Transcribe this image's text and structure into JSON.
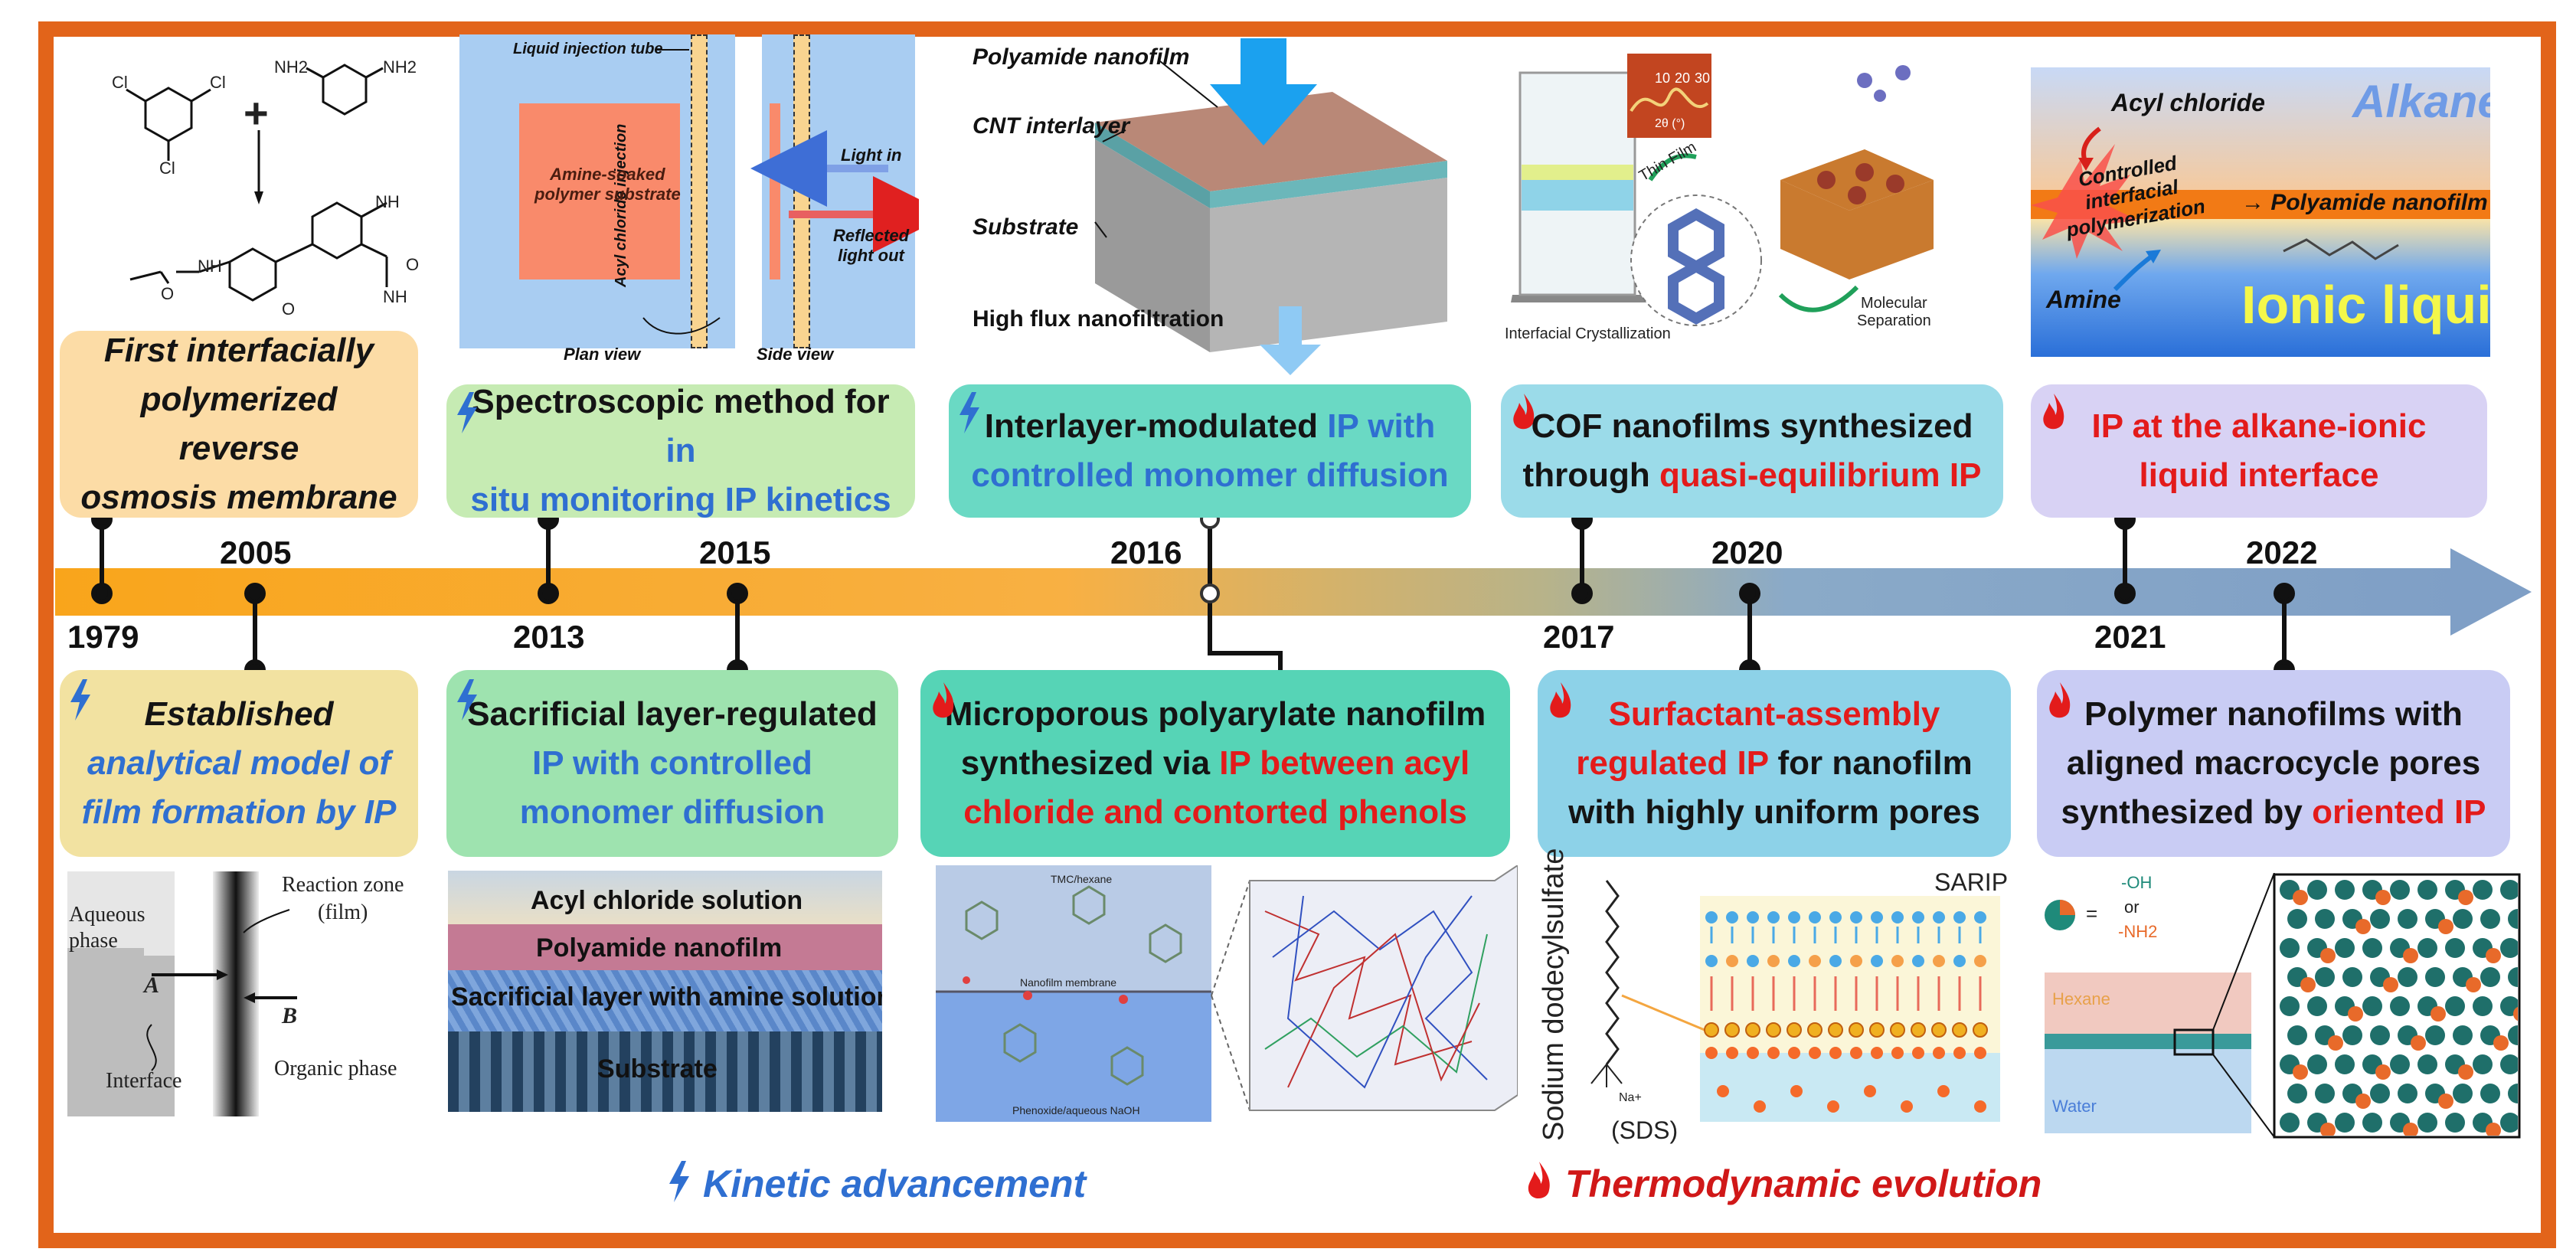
{
  "timeline": {
    "years": [
      "1979",
      "2005",
      "2013",
      "2015",
      "2016",
      "2017",
      "2020",
      "2021",
      "2022"
    ]
  },
  "milestones": {
    "m1979": {
      "l1": "First interfacially",
      "l2": "polymerized reverse",
      "l3": "osmosis membrane"
    },
    "m2005": {
      "l1": "Established",
      "l2": "analytical model of",
      "l3": "film formation by IP"
    },
    "m2013": {
      "a": "Spectroscopic method for ",
      "b": "in",
      "c": "situ monitoring IP kinetics"
    },
    "m2015": {
      "l1": "Sacrificial layer-regulated",
      "l2": "IP with controlled",
      "l3": "monomer diffusion"
    },
    "m2016a": {
      "a": "Interlayer-modulated ",
      "b": "IP with",
      "c": "controlled monomer diffusion"
    },
    "m2016b": {
      "a": "Microporous polyarylate nanofilm",
      "b": "synthesized via ",
      "c": "IP between acyl",
      "d": "chloride and contorted phenols"
    },
    "m2017": {
      "a": "COF nanofilms synthesized",
      "b": "through ",
      "c": "quasi-equilibrium IP"
    },
    "m2020": {
      "a": "Surfactant-assembly",
      "b": "regulated IP",
      "c": " for nanofilm",
      "d": "with highly uniform pores"
    },
    "m2021": {
      "a": "IP at the alkane-ionic",
      "b": "liquid interface"
    },
    "m2022": {
      "a": "Polymer nanofilms with",
      "b": "aligned macrocycle pores",
      "c": "synthesized by ",
      "d": "oriented IP"
    }
  },
  "figures": {
    "tmc": {
      "cl": "Cl",
      "nh2": "NH2",
      "nh": "NH",
      "o": "O",
      "plus": "+"
    },
    "spectro": {
      "tube": "Liquid injection tube",
      "injection": "Acyl chloride injection",
      "substrate_l1": "Amine-soaked",
      "substrate_l2": "polymer substrate",
      "light_in": "Light in",
      "reflected_l1": "Reflected",
      "reflected_l2": "light out",
      "plan": "Plan view",
      "side": "Side view"
    },
    "cnt": {
      "l1": "Polyamide nanofilm",
      "l2": "CNT interlayer",
      "l3": "Substrate",
      "l4": "High flux nanofiltration"
    },
    "cof": {
      "thin": "Thin Film",
      "cryst": "Interfacial Crystallization",
      "molsep_l1": "Molecular",
      "molsep_l2": "Separation",
      "axis": "2θ (°)",
      "t1": "10",
      "t2": "20",
      "t3": "30"
    },
    "ionic": {
      "alkane": "Alkane",
      "acyl": "Acyl chloride",
      "cip_l1": "Controlled",
      "cip_l2": "interfacial",
      "cip_l3": "polymerization",
      "pa": "→ Polyamide nanofilm",
      "amine": "Amine",
      "il": "Ionic liquid"
    },
    "model": {
      "aq_l1": "Aqueous",
      "aq_l2": "phase",
      "rz_l1": "Reaction zone",
      "rz_l2": "(film)",
      "a": "A",
      "b": "B",
      "interface": "Interface",
      "org": "Organic phase"
    },
    "sacrificial": {
      "l1": "Acyl chloride solution",
      "l2": "Polyamide nanofilm",
      "l3": "Sacrificial layer with amine solution",
      "l4": "Substrate"
    },
    "polyarylate": {
      "top": "TMC/hexane",
      "mid": "Nanofilm membrane",
      "bot": "Phenoxide/aqueous NaOH"
    },
    "sds": {
      "name": "Sodium dodecylsulfate",
      "abbr": "(SDS)",
      "sarip": "SARIP",
      "na": "Na+"
    },
    "macro": {
      "eq": "=",
      "oh": "-OH",
      "or": "or",
      "nh2": "-NH2",
      "hexane": "Hexane",
      "water": "Water"
    }
  },
  "legend": {
    "kinetic": "Kinetic advancement",
    "thermo": "Thermodynamic evolution"
  },
  "colors": {
    "frame": "#e2641a",
    "accent_blue": "#2f6fd1",
    "accent_red": "#e31b1b",
    "timeline_start": "#f9a51b",
    "timeline_end": "#7f9fc6"
  },
  "icons": {
    "kinetic": "lightning-icon",
    "thermo": "flame-icon"
  }
}
